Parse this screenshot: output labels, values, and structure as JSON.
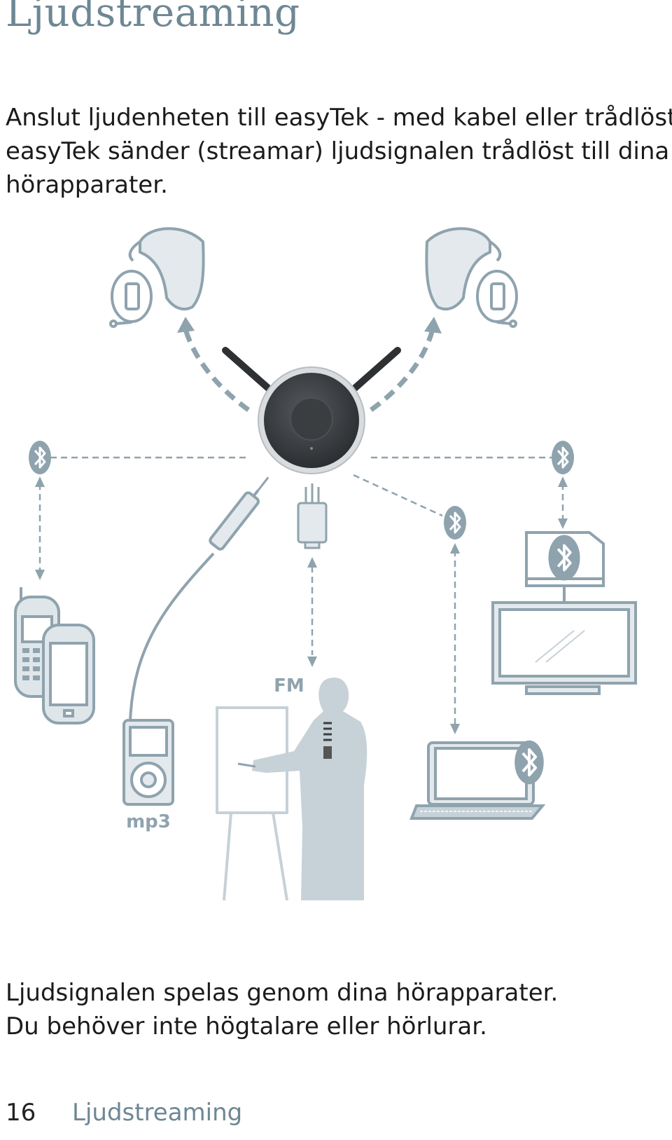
{
  "page": {
    "title": "Ljudstreaming",
    "intro_lines": [
      "Anslut ljudenheten till easyTek - med kabel eller trådlöst.",
      "easyTek sänder (streamar) ljudsignalen trådlöst till dina",
      "hörapparater."
    ],
    "summary_lines": [
      "Ljudsignalen spelas genom dina hörapparater.",
      "Du behöver inte högtalare eller hörlurar."
    ],
    "footer": {
      "page_number": "16",
      "section": "Ljudstreaming"
    }
  },
  "diagram": {
    "labels": {
      "fm": "FM",
      "mp3": "mp3"
    },
    "icons": [
      "hearing-aid-left-icon",
      "hearing-aid-right-icon",
      "easytek-streamer-icon",
      "bluetooth-icon",
      "mobile-phones-icon",
      "mp3-player-icon",
      "fm-receiver-icon",
      "presenter-icon",
      "tv-icon",
      "laptop-icon"
    ],
    "colors": {
      "line": "#8fa3ae",
      "fill_light": "#d8e0e5",
      "device_dark": "#3a3d40"
    }
  }
}
